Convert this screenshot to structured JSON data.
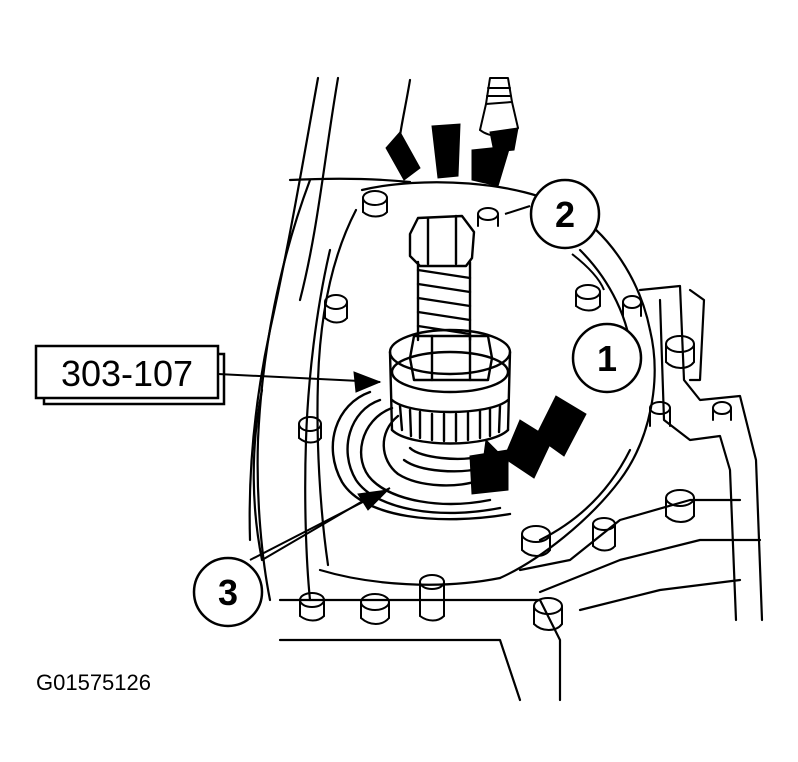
{
  "diagram": {
    "tool_label": "303-107",
    "callouts": [
      {
        "id": "1",
        "text": "1"
      },
      {
        "id": "2",
        "text": "2"
      },
      {
        "id": "3",
        "text": "3"
      }
    ],
    "figure_id": "G01575126",
    "colors": {
      "ink": "#000000",
      "paper": "#ffffff"
    }
  }
}
